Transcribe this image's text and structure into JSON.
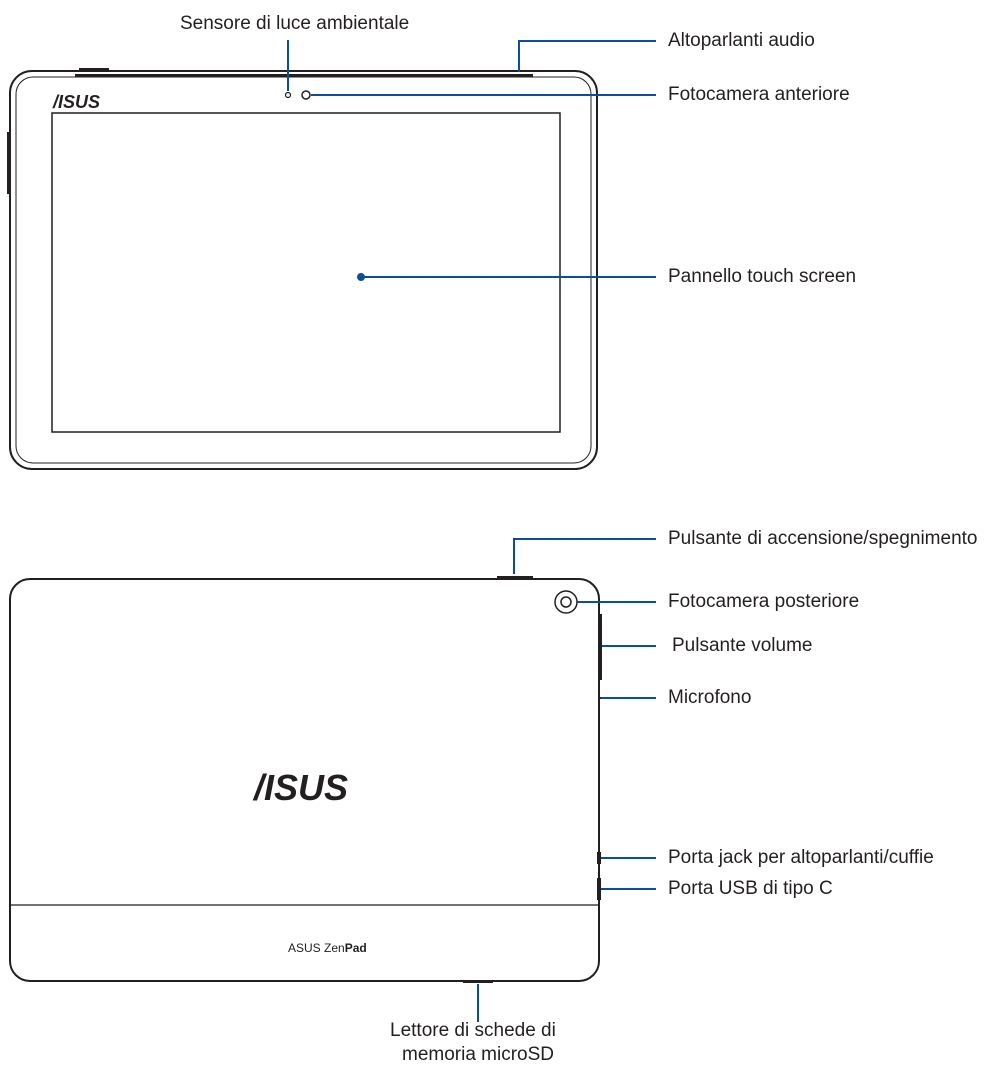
{
  "colors": {
    "leader_line": "#0a4f9c",
    "outline": "#231f20",
    "background": "#ffffff"
  },
  "icons": [
    "asus-logo",
    "front-camera-icon",
    "light-sensor-icon",
    "rear-camera-icon"
  ],
  "front_view": {
    "logo": "/ISUS",
    "labels": {
      "light_sensor": "Sensore di luce ambientale",
      "speakers": "Altoparlanti audio",
      "front_camera": "Fotocamera anteriore",
      "touch_screen": "Pannello touch screen"
    }
  },
  "rear_view": {
    "logo": "/ISUS",
    "brand_plain": "ASUS Zen",
    "brand_bold": "Pad",
    "labels": {
      "power_button": "Pulsante di accensione/spegnimento",
      "rear_camera": "Fotocamera posteriore",
      "volume_button": "Pulsante volume",
      "microphone": "Microfono",
      "audio_jack": "Porta jack per altoparlanti/cuffie",
      "usb_port": "Porta USB di tipo C",
      "microsd_line1": "Lettore di schede di",
      "microsd_line2": "memoria microSD"
    }
  }
}
